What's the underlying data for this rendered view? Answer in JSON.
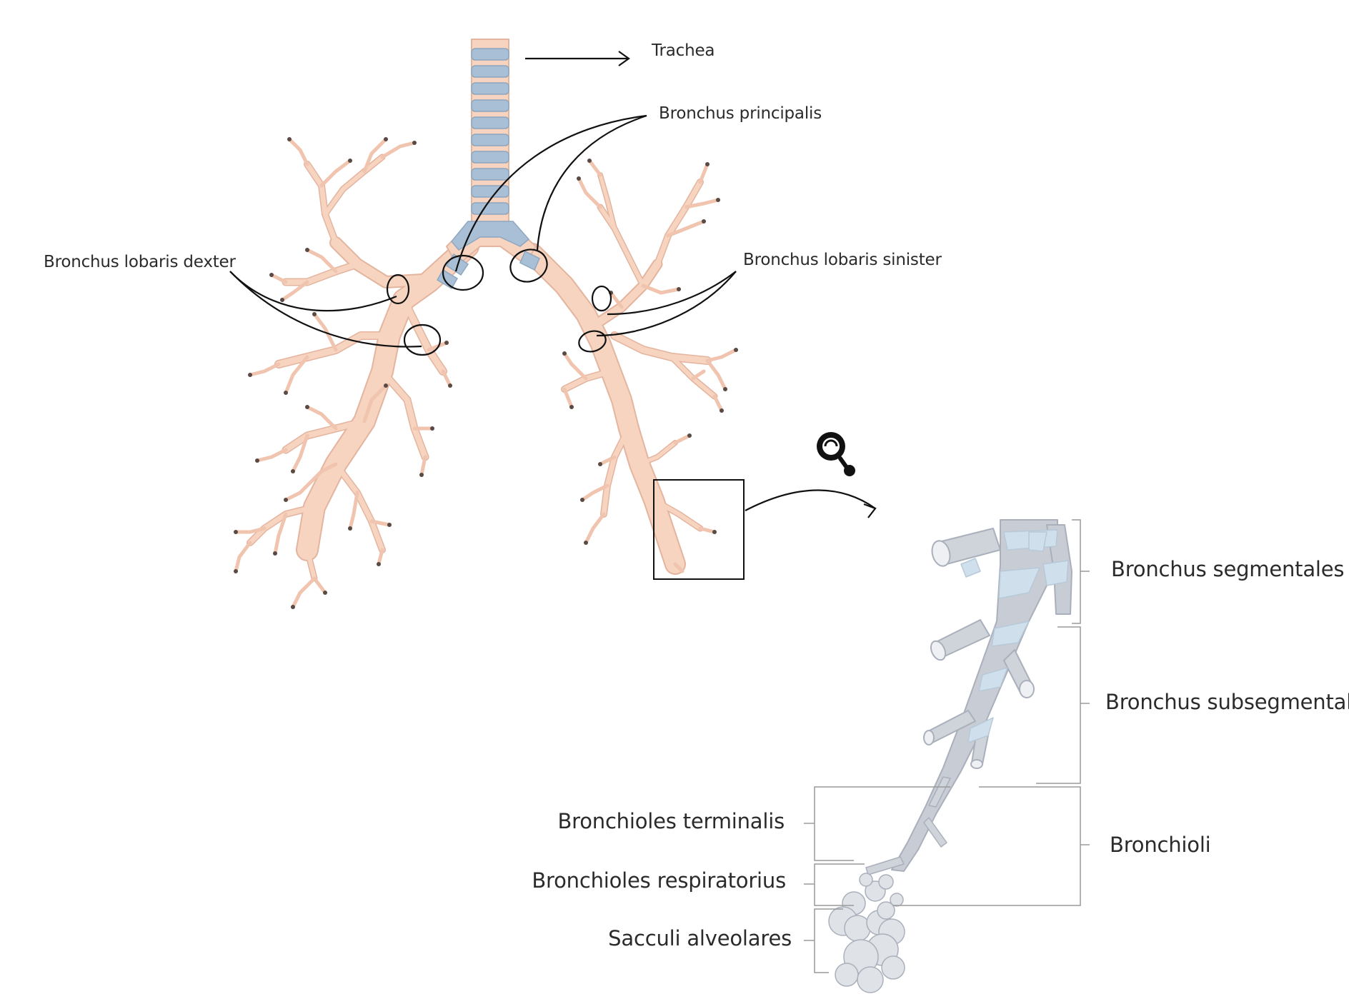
{
  "colors": {
    "airway_fill": "#f6d4c0",
    "airway_stroke": "#e4b49e",
    "cartilage": "#a9bfd6",
    "cartilage_stroke": "#8ea7c1",
    "leader_line": "#111111",
    "zoom_tree": "#c8ccd4",
    "zoom_tree_stroke": "#aab0bb",
    "zoom_cartilage": "#cfe0ec",
    "bracket": "#9a9a9a"
  },
  "labels": {
    "trachea": "Trachea",
    "bronchus_principalis": "Bronchus principalis",
    "bronchus_lobaris_dexter": "Bronchus lobaris dexter",
    "bronchus_lobaris_sinister": "Bronchus lobaris sinister",
    "bronchus_segmentales": "Bronchus segmentales",
    "bronchus_subsegmentales": "Bronchus subsegmentales",
    "bronchioli": "Bronchioli",
    "bronchioles_terminalis": "Bronchioles terminalis",
    "bronchioles_respiratorius": "Bronchioles respiratorius",
    "sacculi_alveolares": "Sacculi alveolares"
  },
  "icons": {
    "magnifier": "magnifier-icon"
  }
}
